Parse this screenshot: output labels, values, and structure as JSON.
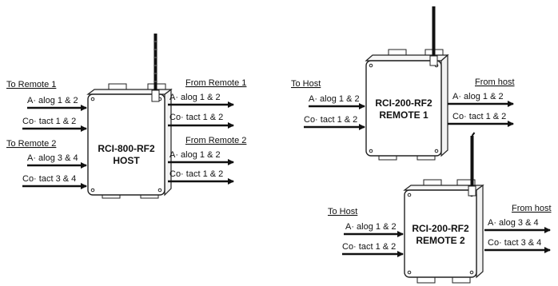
{
  "host_unit": {
    "title_line1": "RCI-800-RF2",
    "title_line2": "HOST",
    "left_groups": [
      {
        "heading": "To Remote 1",
        "signals": [
          "A· alog 1 & 2",
          "Co· tact 1 & 2"
        ]
      },
      {
        "heading": "To Remote 2",
        "signals": [
          "A· alog 3 & 4",
          "Co· tact 3 & 4"
        ]
      }
    ],
    "right_groups": [
      {
        "heading": "From Remote 1",
        "signals": [
          "A· alog 1 & 2",
          "Co· tact 1 & 2"
        ]
      },
      {
        "heading": "From Remote 2",
        "signals": [
          "A· alog 1 & 2",
          "Co· tact 1 & 2"
        ]
      }
    ]
  },
  "remote1_unit": {
    "title_line1": "RCI-200-RF2",
    "title_line2": "REMOTE 1",
    "left_heading": "To Host",
    "left_signals": [
      "A· alog 1 & 2",
      "Co· tact 1 & 2"
    ],
    "right_heading": "From host",
    "right_signals": [
      "A· alog 1 & 2",
      "Co· tact 1 & 2"
    ]
  },
  "remote2_unit": {
    "title_line1": "RCI-200-RF2",
    "title_line2": "REMOTE 2",
    "left_heading": "To Host",
    "left_signals": [
      "A· alog 1 & 2",
      "Co· tact 1 & 2"
    ],
    "right_heading": "From host",
    "right_signals": [
      "A· alog 3 & 4",
      "Co· tact 3 & 4"
    ]
  }
}
